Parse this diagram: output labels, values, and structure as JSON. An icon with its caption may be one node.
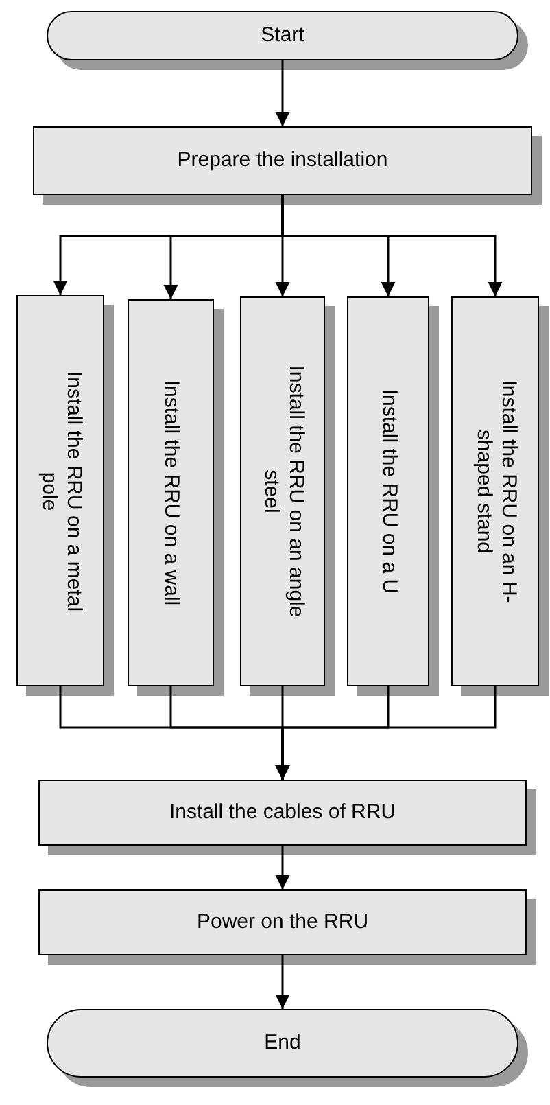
{
  "diagram": {
    "nodes": [
      {
        "text": [
          "Start"
        ]
      },
      {
        "text": [
          "Prepare the installation"
        ]
      },
      {
        "text": [
          "Install the RRU on a metal pole"
        ]
      },
      {
        "text": [
          "Install the RRU on a wall"
        ]
      },
      {
        "text": [
          "Install the RRU on an angle steel"
        ]
      },
      {
        "text": [
          "Install the RRU on a U"
        ]
      },
      {
        "text": [
          "Install the RRU on an H-shaped stand"
        ]
      },
      {
        "text": [
          "Install the cables of RRU"
        ]
      },
      {
        "text": [
          "Power on the RRU"
        ]
      },
      {
        "text": [
          "End"
        ]
      }
    ],
    "edges": [
      {
        "from": 0,
        "to": 1,
        "arrow": "to"
      },
      {
        "from": 1,
        "to": 2,
        "arrow": "to"
      },
      {
        "from": 1,
        "to": 3,
        "arrow": "to"
      },
      {
        "from": 1,
        "to": 4,
        "arrow": "to"
      },
      {
        "from": 1,
        "to": 5,
        "arrow": "to"
      },
      {
        "from": 1,
        "to": 6,
        "arrow": "to"
      },
      {
        "from": 2,
        "to": 7,
        "arrow": "to"
      },
      {
        "from": 3,
        "to": 7,
        "arrow": "to"
      },
      {
        "from": 4,
        "to": 7,
        "arrow": "to"
      },
      {
        "from": 5,
        "to": 7,
        "arrow": "to"
      },
      {
        "from": 6,
        "to": 7,
        "arrow": "to"
      },
      {
        "from": 7,
        "to": 8,
        "arrow": "to"
      },
      {
        "from": 8,
        "to": 9,
        "arrow": "to"
      }
    ]
  }
}
